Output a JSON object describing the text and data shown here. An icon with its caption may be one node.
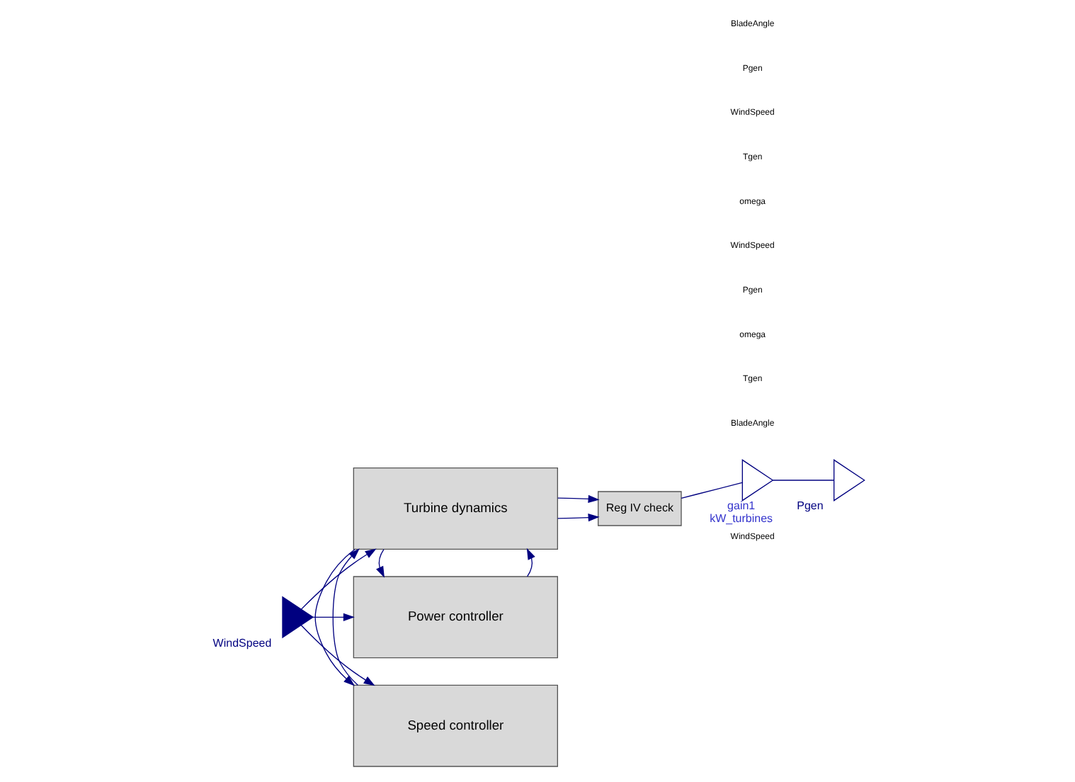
{
  "diagram": {
    "nodes": [
      {
        "text": [
          "WindSpeed"
        ]
      },
      {
        "text": [
          "Turbine dynamics"
        ]
      },
      {
        "text": [
          "Speed controller"
        ]
      },
      {
        "text": [
          "Power controller"
        ]
      },
      {
        "text": [
          "Reg IV check"
        ]
      },
      {
        "text": [
          "gain1"
        ],
        "beside": [
          "kW_turbines"
        ]
      },
      {
        "text": [
          "Pgen"
        ]
      }
    ],
    "edges": [
      {
        "from": 0,
        "to": 1,
        "arrow": "to"
      },
      {
        "from": 0,
        "to": 2,
        "arrow": "to"
      },
      {
        "from": 0,
        "to": 3,
        "arrow": "to"
      },
      {
        "from": 3,
        "to": 1,
        "arrow": "to"
      },
      {
        "from": 2,
        "to": 1,
        "arrow": "to"
      },
      {
        "from": 1,
        "to": 2,
        "arrow": "to"
      },
      {
        "from": 1,
        "to": 3,
        "arrow": "to"
      },
      {
        "from": 1,
        "to": 4,
        "arrow": "to"
      },
      {
        "from": 1,
        "to": 4,
        "arrow": "to"
      },
      {
        "from": 4,
        "to": 5,
        "arrow": "none"
      },
      {
        "from": 5,
        "to": 6,
        "arrow": "none"
      }
    ],
    "labels": [
      "WindSpeed",
      "BladeAngle",
      "Tgen",
      "omega",
      "Pgen",
      "WindSpeed",
      "omega",
      "Tgen",
      "WindSpeed",
      "Pgen",
      "BladeAngle"
    ]
  }
}
